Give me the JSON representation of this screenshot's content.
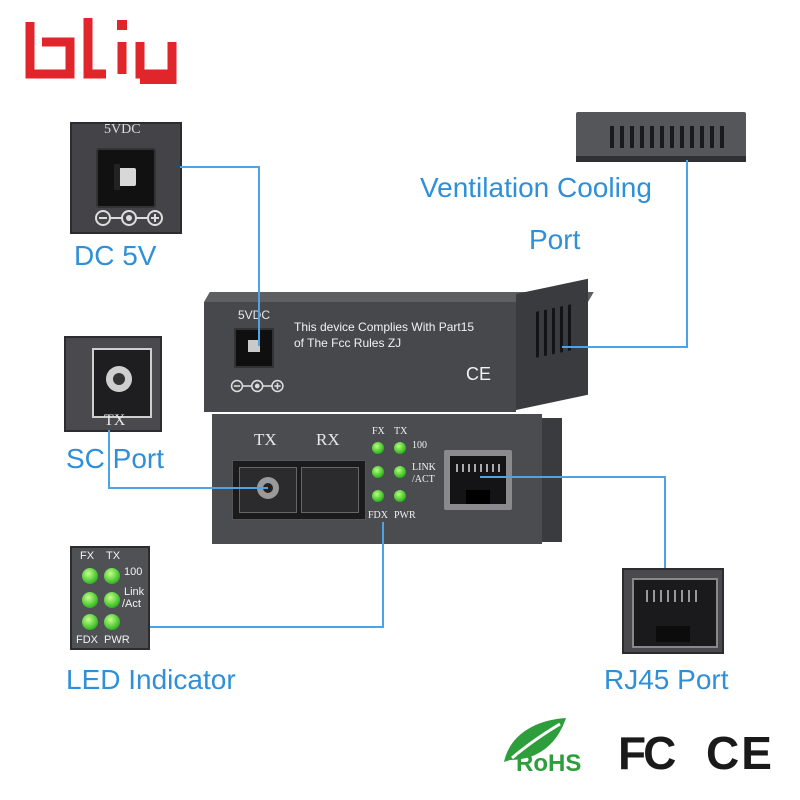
{
  "brand": {
    "logo_text": "bliy",
    "logo_color": "#e0262b"
  },
  "callouts": {
    "dc": "DC 5V",
    "vent_line1": "Ventilation Cooling",
    "vent_line2": "Port",
    "sc": "SC Port",
    "led": "LED Indicator",
    "rj45": "RJ45 Port"
  },
  "device_top": {
    "power_label": "5VDC",
    "compliance_line1": "This device Complies With Part15",
    "compliance_line2": "of The Fcc Rules ZJ",
    "ce_mark": "CE"
  },
  "device_front": {
    "tx_label": "TX",
    "rx_label": "RX",
    "led_labels": {
      "fx": "FX",
      "tx": "TX",
      "speed": "100",
      "link": "LINK",
      "act": "/ACT",
      "fdx": "FDX",
      "pwr": "PWR"
    }
  },
  "insets": {
    "dc": {
      "label": "5VDC"
    },
    "sc": {
      "label": "TX"
    },
    "led": {
      "fx": "FX",
      "tx": "TX",
      "speed": "100",
      "link": "Link",
      "act": "/Act",
      "fdx": "FDX",
      "pwr": "PWR"
    }
  },
  "certifications": {
    "rohs": "RoHS",
    "fc": "FC",
    "ce": "CE"
  },
  "colors": {
    "accent": "#2f8fd8",
    "callout_line": "#4da3e6",
    "device": "#4a4b4f",
    "led_green": "#3fbf2a",
    "rohs_green": "#2e9e3c"
  }
}
